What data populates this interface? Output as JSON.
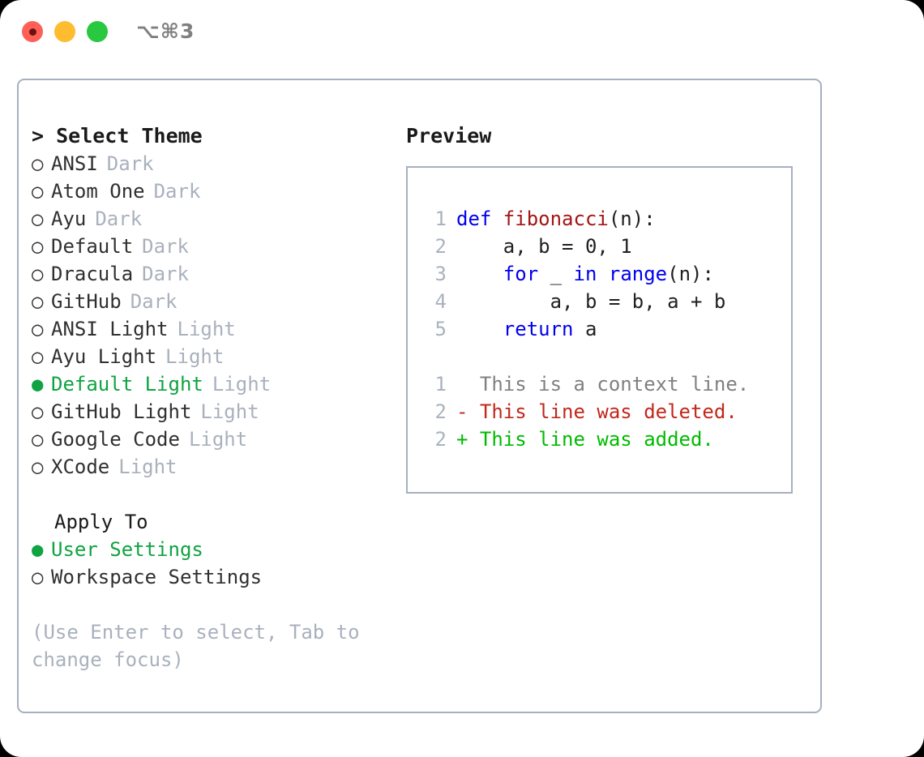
{
  "window": {
    "shortcut": "⌥⌘3",
    "traffic_lights": [
      {
        "name": "close-button",
        "color": "#ff5f57"
      },
      {
        "name": "minimize-button",
        "color": "#febc2e"
      },
      {
        "name": "maximize-button",
        "color": "#28c840"
      }
    ]
  },
  "colors": {
    "accent_green": "#0fa342",
    "muted": "#a9b1bd",
    "border": "#a6b0bf",
    "keyword_blue": "#0000ee",
    "function_red": "#a31515",
    "diff_deleted": "#c1281c",
    "diff_added": "#00bb00"
  },
  "theme_picker": {
    "title": "> Select Theme",
    "selected_bullet": "●",
    "unselected_bullet": "○",
    "items": [
      {
        "label": "ANSI",
        "variant": "Dark",
        "selected": false
      },
      {
        "label": "Atom One",
        "variant": "Dark",
        "selected": false
      },
      {
        "label": "Ayu",
        "variant": "Dark",
        "selected": false
      },
      {
        "label": "Default",
        "variant": "Dark",
        "selected": false
      },
      {
        "label": "Dracula",
        "variant": "Dark",
        "selected": false
      },
      {
        "label": "GitHub",
        "variant": "Dark",
        "selected": false
      },
      {
        "label": "ANSI Light",
        "variant": "Light",
        "selected": false
      },
      {
        "label": "Ayu Light",
        "variant": "Light",
        "selected": false
      },
      {
        "label": "Default Light",
        "variant": "Light",
        "selected": true
      },
      {
        "label": "GitHub Light",
        "variant": "Light",
        "selected": false
      },
      {
        "label": "Google Code",
        "variant": "Light",
        "selected": false
      },
      {
        "label": "XCode",
        "variant": "Light",
        "selected": false
      }
    ]
  },
  "apply_to": {
    "title": "Apply To",
    "items": [
      {
        "label": "User Settings",
        "selected": true
      },
      {
        "label": "Workspace Settings",
        "selected": false
      }
    ]
  },
  "hint": "(Use Enter to select, Tab to change focus)",
  "preview": {
    "title": "Preview",
    "code_lines": [
      {
        "no": "1",
        "tokens": [
          {
            "t": "def ",
            "c": "kw"
          },
          {
            "t": "fibonacci",
            "c": "fn"
          },
          {
            "t": "(n):",
            "c": "plain"
          }
        ]
      },
      {
        "no": "2",
        "tokens": [
          {
            "t": "    a, b = 0, 1",
            "c": "plain"
          }
        ]
      },
      {
        "no": "3",
        "tokens": [
          {
            "t": "    ",
            "c": "plain"
          },
          {
            "t": "for",
            "c": "kw"
          },
          {
            "t": " _ ",
            "c": "plain"
          },
          {
            "t": "in",
            "c": "kw"
          },
          {
            "t": " ",
            "c": "plain"
          },
          {
            "t": "range",
            "c": "kw"
          },
          {
            "t": "(n):",
            "c": "plain"
          }
        ]
      },
      {
        "no": "4",
        "tokens": [
          {
            "t": "        a, b = b, a + b",
            "c": "plain"
          }
        ]
      },
      {
        "no": "5",
        "tokens": [
          {
            "t": "    ",
            "c": "plain"
          },
          {
            "t": "return",
            "c": "kw"
          },
          {
            "t": " a",
            "c": "plain"
          }
        ]
      }
    ],
    "diff_lines": [
      {
        "no": "1",
        "marker": " ",
        "text": "  This is a context line.",
        "kind": "ctx"
      },
      {
        "no": "2",
        "marker": "-",
        "text": "- This line was deleted.",
        "kind": "del"
      },
      {
        "no": "2",
        "marker": "+",
        "text": "+ This line was added.",
        "kind": "add"
      }
    ]
  }
}
